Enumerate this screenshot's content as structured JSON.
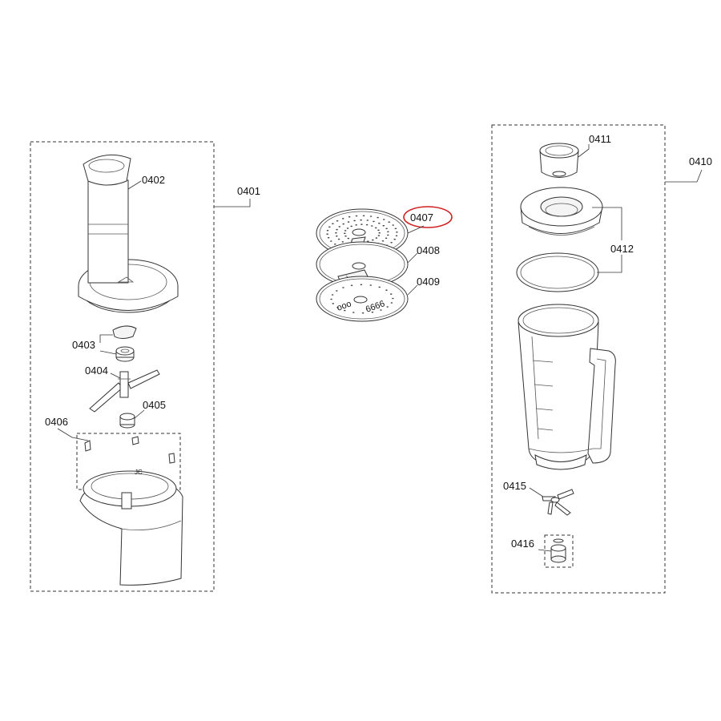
{
  "diagram": {
    "highlight_color": "#d02020",
    "groups": {
      "food_processor": {
        "label": "0401",
        "parts": {
          "p0402": "0402",
          "p0403": "0403",
          "p0404": "0404",
          "p0405": "0405",
          "p0406": "0406"
        }
      },
      "discs": {
        "parts": {
          "p0407": "0407",
          "p0408": "0408",
          "p0409": "0409"
        }
      },
      "blender": {
        "label": "0410",
        "parts": {
          "p0411": "0411",
          "p0412": "0412",
          "p0415": "0415",
          "p0416": "0416"
        }
      }
    }
  }
}
